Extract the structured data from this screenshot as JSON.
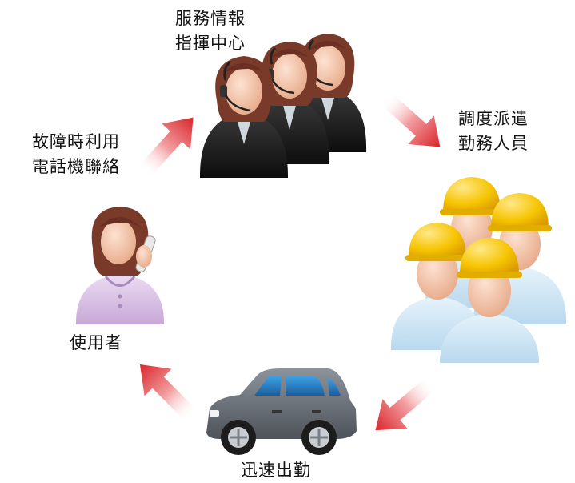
{
  "nodes": {
    "center": {
      "line1": "服務情報",
      "line2": "指揮中心"
    },
    "dispatch": {
      "line1": "調度派遣",
      "line2": "勤務人員"
    },
    "user": {
      "label": "使用者"
    },
    "fault": {
      "line1": "故障時利用",
      "line2": "電話機聯絡"
    },
    "rush": {
      "label": "迅速出勤"
    }
  },
  "colors": {
    "arrow": "#d9252b",
    "hair": "#7a3a2a",
    "skin": "#f1c2a6",
    "suit": "#1c1c1c",
    "helmet": "#f5c400",
    "shirt_blue": "#cfe6f7",
    "blouse": "#d8c0e4",
    "car_body": "#6d737b"
  }
}
